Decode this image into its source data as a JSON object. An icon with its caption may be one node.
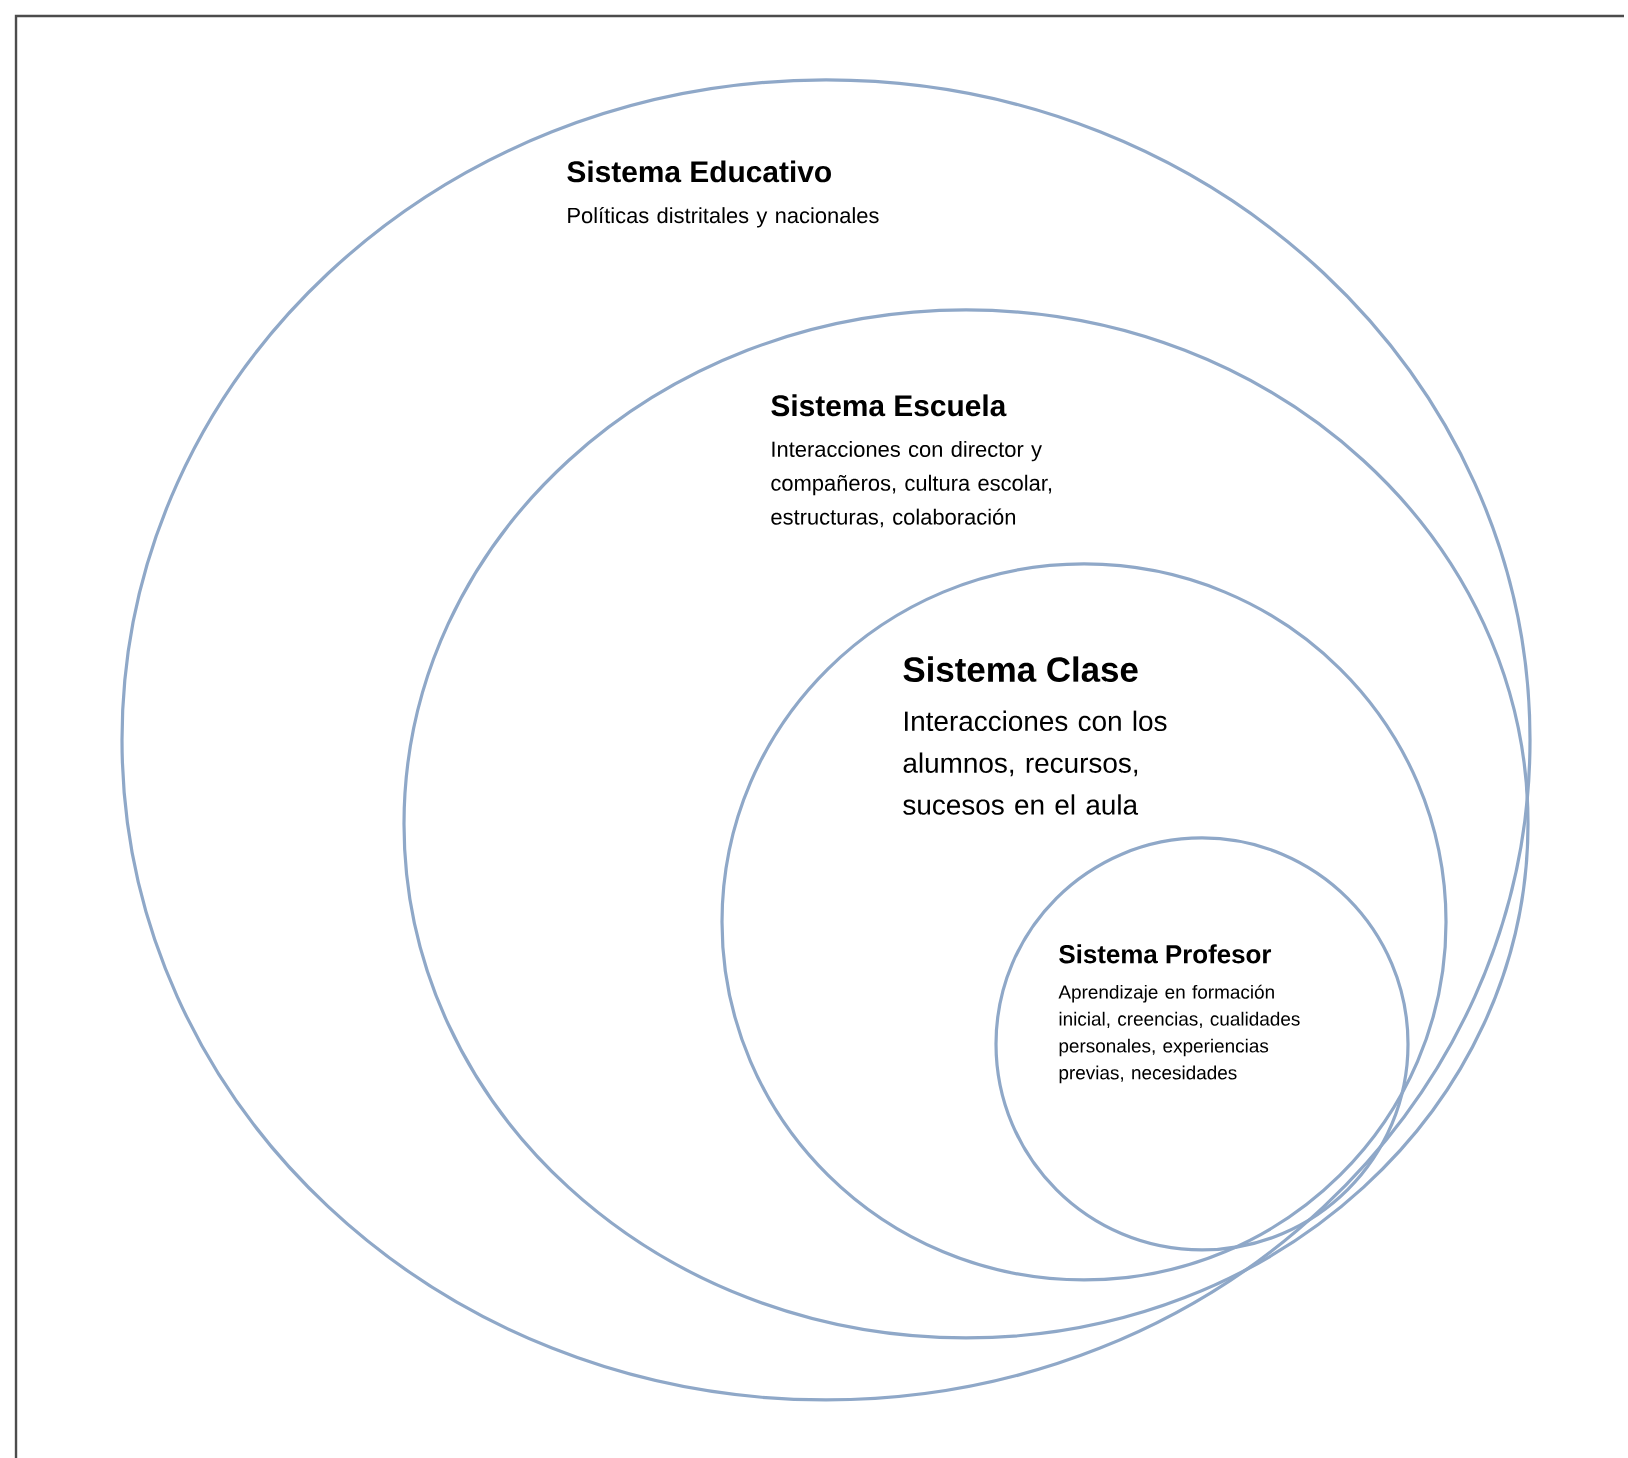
{
  "diagram": {
    "nodes": [
      {
        "text": [
          "Sistema Educativo",
          "Políticas distritales y nacionales"
        ]
      },
      {
        "text": [
          "Sistema Escuela",
          "Interacciones con director y compañeros, cultura escolar, estructuras, colaboración"
        ],
        "in": 0
      },
      {
        "text": [
          "Sistema Clase",
          "Interacciones con los alumnos, recursos, sucesos en el aula"
        ],
        "in": 1
      },
      {
        "text": [
          "Sistema Profesor",
          "Aprendizaje en formación inicial, creencias, cualidades personales, experiencias previas, necesidades"
        ],
        "in": 2
      }
    ]
  }
}
